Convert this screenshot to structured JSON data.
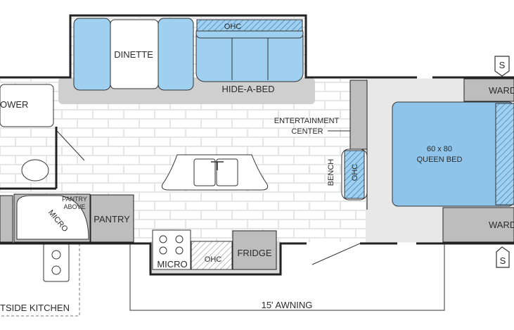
{
  "labels": {
    "dinette": "DINETTE",
    "ohc": "OHC",
    "hide_a_bed": "HIDE-A-BED",
    "shower": "OWER",
    "entertainment_line1": "ENTERTAINMENT",
    "entertainment_line2": "CENTER",
    "bench": "BENCH",
    "bed_size": "60 x 80",
    "bed_name": "QUEEN BED",
    "wardrobe": "WARD",
    "pantry_above_line1": "PANTRY",
    "pantry_above_line2": "ABOVE",
    "micro": "MICRO",
    "pantry": "PANTRY",
    "fridge": "FRIDGE",
    "awning": "15' AWNING",
    "outside_kitchen": "TSIDE KITCHEN",
    "slide_marker": "S"
  },
  "colors": {
    "wall": "#222222",
    "floor": "#e6e6e6",
    "tile": "#ffffff",
    "cabinet": "#bdbdbd",
    "slide_floor": "#cfcfcf",
    "upholstery": "#9fd0f0",
    "bed": "#8ec3ea",
    "hatch": "#2a6ea8"
  }
}
